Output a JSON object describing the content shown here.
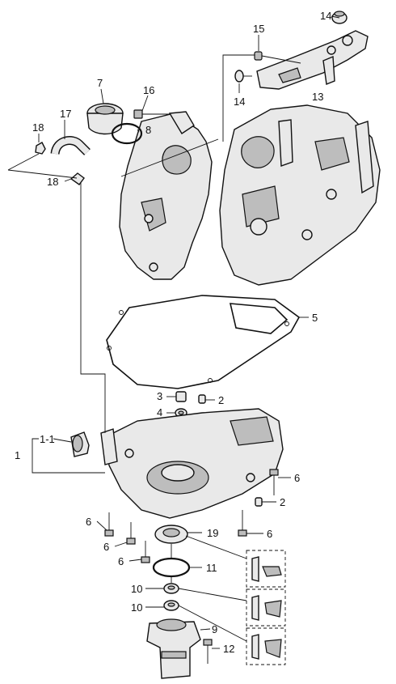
{
  "callouts": {
    "c14a": "14",
    "c15": "15",
    "c14b": "14",
    "c13": "13",
    "c7": "7",
    "c16": "16",
    "c8": "8",
    "c17": "17",
    "c18a": "18",
    "c18b": "18",
    "c5": "5",
    "c3": "3",
    "c2a": "2",
    "c4": "4",
    "c1": "1",
    "c1_1": "1-1",
    "c6a": "6",
    "c2b": "2",
    "c6b": "6",
    "c19": "19",
    "c6c": "6",
    "c6d": "6",
    "c6e": "6",
    "c11": "11",
    "c10a": "10",
    "c10b": "10",
    "c9": "9",
    "c12": "12"
  }
}
